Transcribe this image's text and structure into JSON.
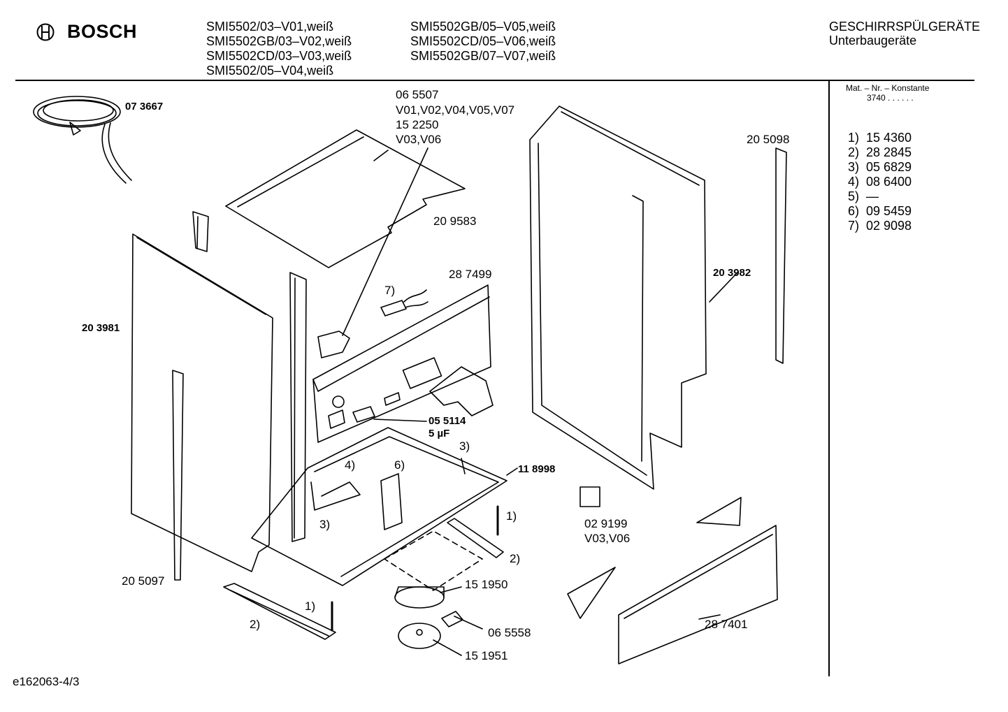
{
  "header": {
    "brand": "BOSCH",
    "models_col1": [
      "SMI5502/03–V01,weiß",
      "SMI5502GB/03–V02,weiß",
      "SMI5502CD/03–V03,weiß",
      "SMI5502/05–V04,weiß"
    ],
    "models_col2": [
      "SMI5502GB/05–V05,weiß",
      "SMI5502CD/05–V06,weiß",
      "SMI5502GB/07–V07,weiß"
    ],
    "category": "GESCHIRRSPÜLGERÄTE",
    "subcategory": "Unterbaugeräte"
  },
  "sidebar": {
    "mat_label": "Mat. – Nr. – Konstante",
    "mat_value": "3740  .  .  .  .  .  .",
    "parts": [
      {
        "n": "1)",
        "v": "15 4360"
      },
      {
        "n": "2)",
        "v": "28 2845"
      },
      {
        "n": "3)",
        "v": "05 6829"
      },
      {
        "n": "4)",
        "v": "08 6400"
      },
      {
        "n": "5)",
        "v": "—"
      },
      {
        "n": "6)",
        "v": "09 5459"
      },
      {
        "n": "7)",
        "v": "02 9098"
      }
    ]
  },
  "labels": {
    "cable": "07 3667",
    "top_a": "06 5507",
    "top_a_var": "V01,V02,V04,V05,V07",
    "top_b": "15 2250",
    "top_b_var": "V03,V06",
    "top_cover": "20 9583",
    "panel": "28 7499",
    "cap_ref": "7)",
    "right_side": "20 3982",
    "strip_right": "20 5098",
    "left_side": "20 3981",
    "strip_left": "20 5097",
    "capacitor": "05 5114",
    "capacitor_val": "5 µF",
    "ref3a": "3)",
    "ref4": "4)",
    "ref6": "6)",
    "base": "11 8998",
    "ref1a": "1)",
    "ref2a": "2)",
    "ref3b": "3)",
    "relay": "02 9199",
    "relay_var": "V03,V06",
    "pump": "15 1950",
    "sensor": "06 5558",
    "disc": "15 1951",
    "ref1b": "1)",
    "ref2b": "2)",
    "kick_plate": "28 7401"
  },
  "footer": {
    "code": "e162063-4/3"
  }
}
